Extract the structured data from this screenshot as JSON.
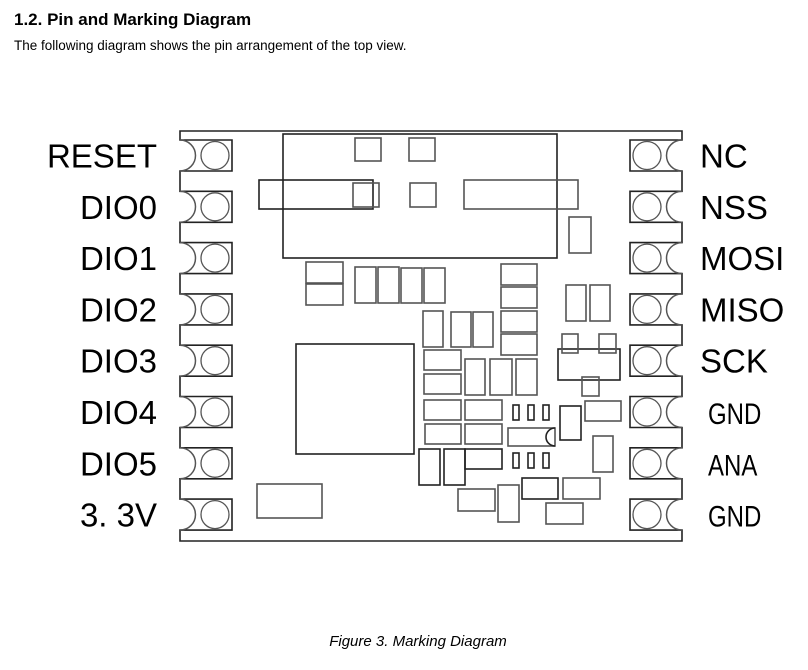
{
  "document": {
    "section_heading": "1.2.  Pin and Marking Diagram",
    "intro_text": "The following diagram shows the pin arrangement of the top view.",
    "figure_caption": "Figure 3.    Marking Diagram"
  },
  "diagram": {
    "view": "top view",
    "pins_per_side": 8,
    "left_pins": [
      {
        "label": "RESET"
      },
      {
        "label": "DIO0"
      },
      {
        "label": "DIO1"
      },
      {
        "label": "DIO2"
      },
      {
        "label": "DIO3"
      },
      {
        "label": "DIO4"
      },
      {
        "label": "DIO5"
      },
      {
        "label": "3. 3V"
      }
    ],
    "right_pins": [
      {
        "label": "NC"
      },
      {
        "label": "NSS"
      },
      {
        "label": "MOSI"
      },
      {
        "label": "MISO"
      },
      {
        "label": "SCK"
      },
      {
        "label": "GND"
      },
      {
        "label": "ANA"
      },
      {
        "label": "GND"
      }
    ],
    "colors": {
      "outline": "#222222",
      "component": "#555555",
      "background": "#ffffff"
    }
  }
}
